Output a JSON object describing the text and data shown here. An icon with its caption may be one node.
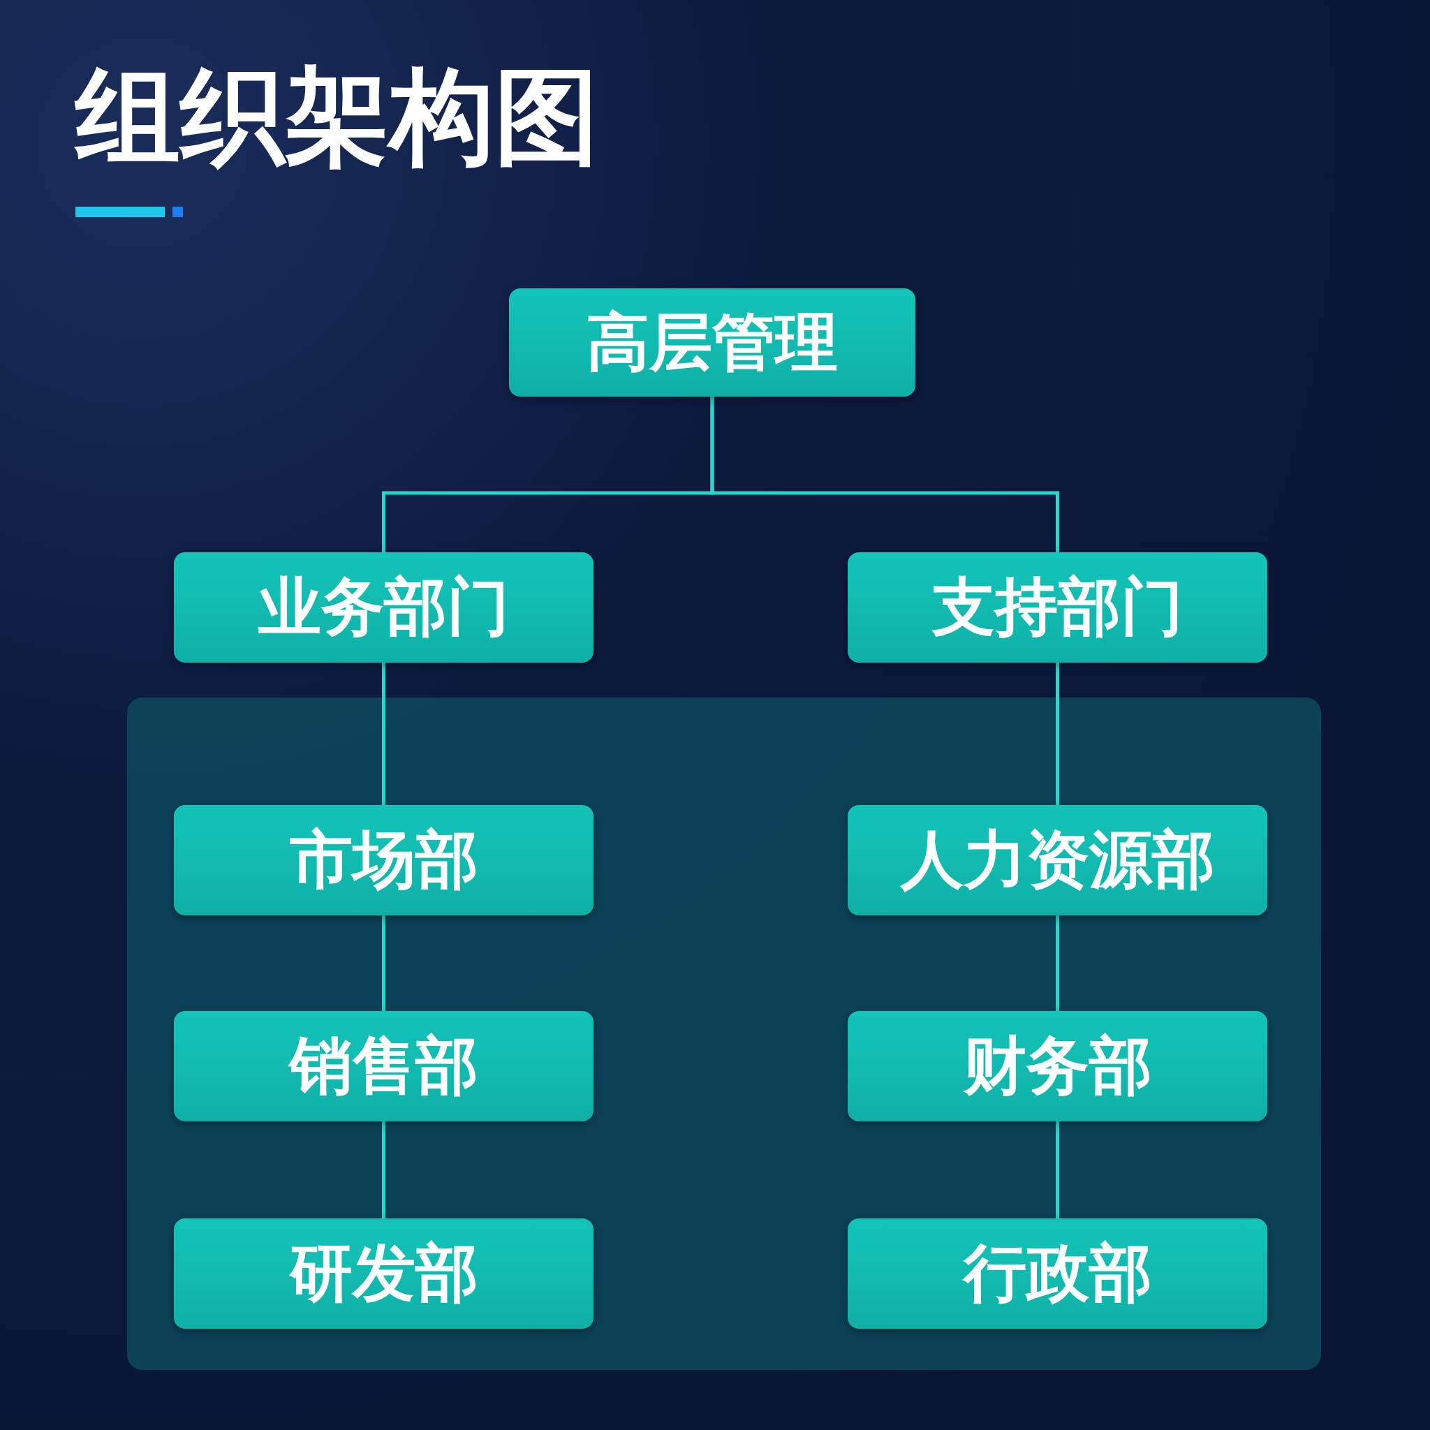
{
  "diagram": {
    "title": "组织架构图",
    "nodes": [
      {
        "text": [
          "高层管理"
        ]
      },
      {
        "text": [
          "业务部门"
        ]
      },
      {
        "text": [
          "支持部门"
        ]
      },
      {
        "text": [
          "市场部"
        ]
      },
      {
        "text": [
          "销售部"
        ]
      },
      {
        "text": [
          "研发部"
        ]
      },
      {
        "text": [
          "人力资源部"
        ]
      },
      {
        "text": [
          "财务部"
        ]
      },
      {
        "text": [
          "行政部"
        ]
      }
    ],
    "edges": [
      {
        "from": 0,
        "to": 1,
        "arrow": "none"
      },
      {
        "from": 0,
        "to": 2,
        "arrow": "none"
      },
      {
        "from": 1,
        "to": 3,
        "arrow": "none"
      },
      {
        "from": 3,
        "to": 4,
        "arrow": "none"
      },
      {
        "from": 4,
        "to": 5,
        "arrow": "none"
      },
      {
        "from": 2,
        "to": 6,
        "arrow": "none"
      },
      {
        "from": 6,
        "to": 7,
        "arrow": "none"
      },
      {
        "from": 7,
        "to": 8,
        "arrow": "none"
      }
    ]
  }
}
